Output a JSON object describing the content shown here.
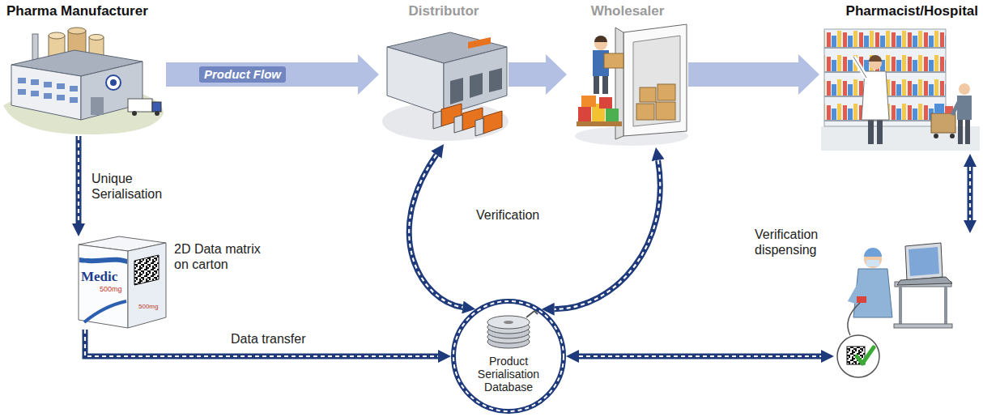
{
  "diagram": {
    "nodes": [
      {
        "text": [
          "Pharma Manufacturer"
        ]
      },
      {
        "text": [
          "Distributor"
        ]
      },
      {
        "text": [
          "Wholesaler"
        ]
      },
      {
        "text": [
          "Pharmacist/Hospital"
        ]
      },
      {
        "text": [
          "Medic",
          "500mg",
          "500mg",
          "2D Data matrix on carton"
        ]
      },
      {
        "text": [
          "Verification dispensing"
        ]
      },
      {
        "text": [
          "Product Serialisation Database"
        ]
      }
    ],
    "edges": [
      {
        "from": 0,
        "to": 1,
        "arrow": "to",
        "label": "Product Flow"
      },
      {
        "from": 1,
        "to": 2,
        "arrow": "to"
      },
      {
        "from": 2,
        "to": 3,
        "arrow": "to"
      },
      {
        "from": 0,
        "to": 4,
        "arrow": "to",
        "label": "Unique Serialisation"
      },
      {
        "from": 4,
        "to": 6,
        "arrow": "to",
        "label": "Data transfer"
      },
      {
        "from": 1,
        "to": 6,
        "arrow": "both"
      },
      {
        "from": 2,
        "to": 6,
        "arrow": "both"
      },
      {
        "from": 3,
        "to": 5,
        "arrow": "both"
      },
      {
        "from": 6,
        "to": 5,
        "arrow": "both"
      }
    ],
    "labels": [
      "Verification"
    ]
  }
}
